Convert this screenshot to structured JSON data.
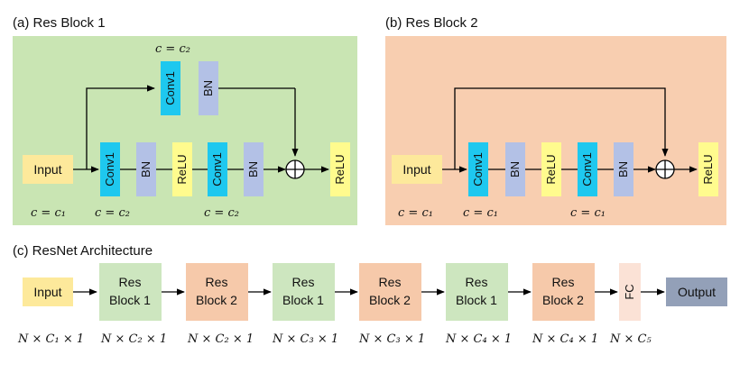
{
  "titles": {
    "a": "(a) Res Block 1",
    "b": "(b) Res Block 2",
    "c": "(c) ResNet Architecture"
  },
  "colors": {
    "green_bg": "#c9e5b3",
    "orange_bg": "#f8ceb0",
    "input": "#fde99b",
    "conv": "#1ec8ef",
    "bn": "#b3c1e6",
    "relu": "#fffb8e",
    "res1": "#cde6bf",
    "res2": "#f6c9aa",
    "fc": "#fbe2d6",
    "output": "#93a0b8"
  },
  "block_a": {
    "input": "Input",
    "shortcut_conv": "Conv1",
    "shortcut_bn": "BN",
    "shortcut_eq": "c = c₂",
    "main": [
      "Conv1",
      "BN",
      "ReLU",
      "Conv1",
      "BN"
    ],
    "relu_out": "ReLU",
    "eq_input": "c = c₁",
    "eq_conv1": "c = c₂",
    "eq_conv2": "c = c₂"
  },
  "block_b": {
    "input": "Input",
    "main": [
      "Conv1",
      "BN",
      "ReLU",
      "Conv1",
      "BN"
    ],
    "relu_out": "ReLU",
    "eq_input": "c = c₁",
    "eq_conv1": "c = c₁",
    "eq_conv2": "c = c₁"
  },
  "arch": {
    "input": "Input",
    "blocks": [
      {
        "line1": "Res",
        "line2": "Block 1"
      },
      {
        "line1": "Res",
        "line2": "Block 2"
      },
      {
        "line1": "Res",
        "line2": "Block 1"
      },
      {
        "line1": "Res",
        "line2": "Block 2"
      },
      {
        "line1": "Res",
        "line2": "Block 1"
      },
      {
        "line1": "Res",
        "line2": "Block 2"
      }
    ],
    "fc": "FC",
    "output": "Output",
    "dims": [
      "N × C₁ × 1",
      "N × C₂ × 1",
      "N × C₂ × 1",
      "N × C₃ × 1",
      "N × C₃ × 1",
      "N × C₄ × 1",
      "N × C₄ × 1",
      "N × C₅"
    ]
  }
}
